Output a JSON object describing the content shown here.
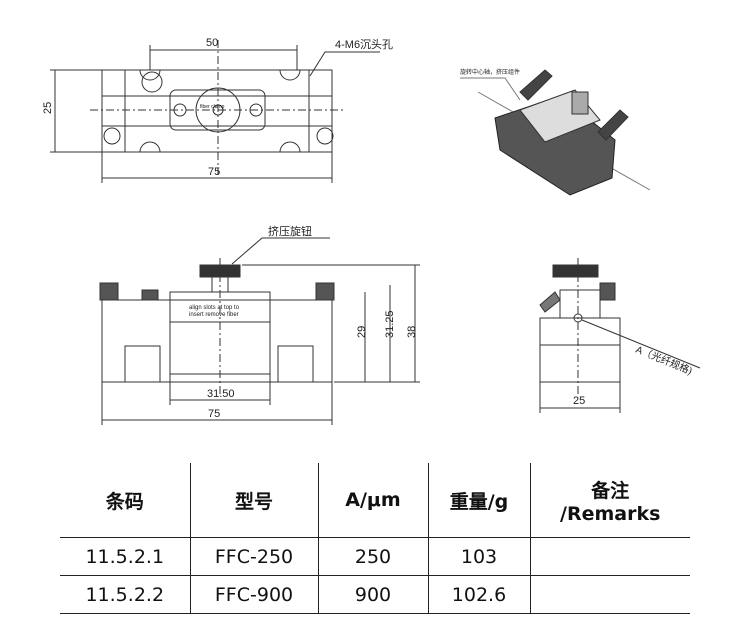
{
  "top_view": {
    "dim_width": "50",
    "dim_height": "25",
    "dim_total": "75",
    "hole_label": "4-M6沉头孔",
    "dial_text": "fiber clamp"
  },
  "iso_view": {
    "callout": "旋转中心轴，挤压组件"
  },
  "front_view": {
    "knob_label": "挤压旋钮",
    "slot_text_1": "align slots at top to",
    "slot_text_2": "insert remove fiber",
    "dim_29": "29",
    "dim_3125": "31.25",
    "dim_38": "38",
    "dim_3150": "31.50",
    "dim_75": "75"
  },
  "side_view": {
    "fiber_label": "A（光纤规格)",
    "dim_25": "25"
  },
  "table": {
    "headers": [
      "条码",
      "型号",
      "A/μm",
      "重量/g",
      "备注\n/Remarks"
    ],
    "header_remarks_1": "备注",
    "header_remarks_2": "/Remarks",
    "rows": [
      [
        "11.5.2.1",
        "FFC-250",
        "250",
        "103",
        ""
      ],
      [
        "11.5.2.2",
        "FFC-900",
        "900",
        "102.6",
        ""
      ]
    ]
  }
}
